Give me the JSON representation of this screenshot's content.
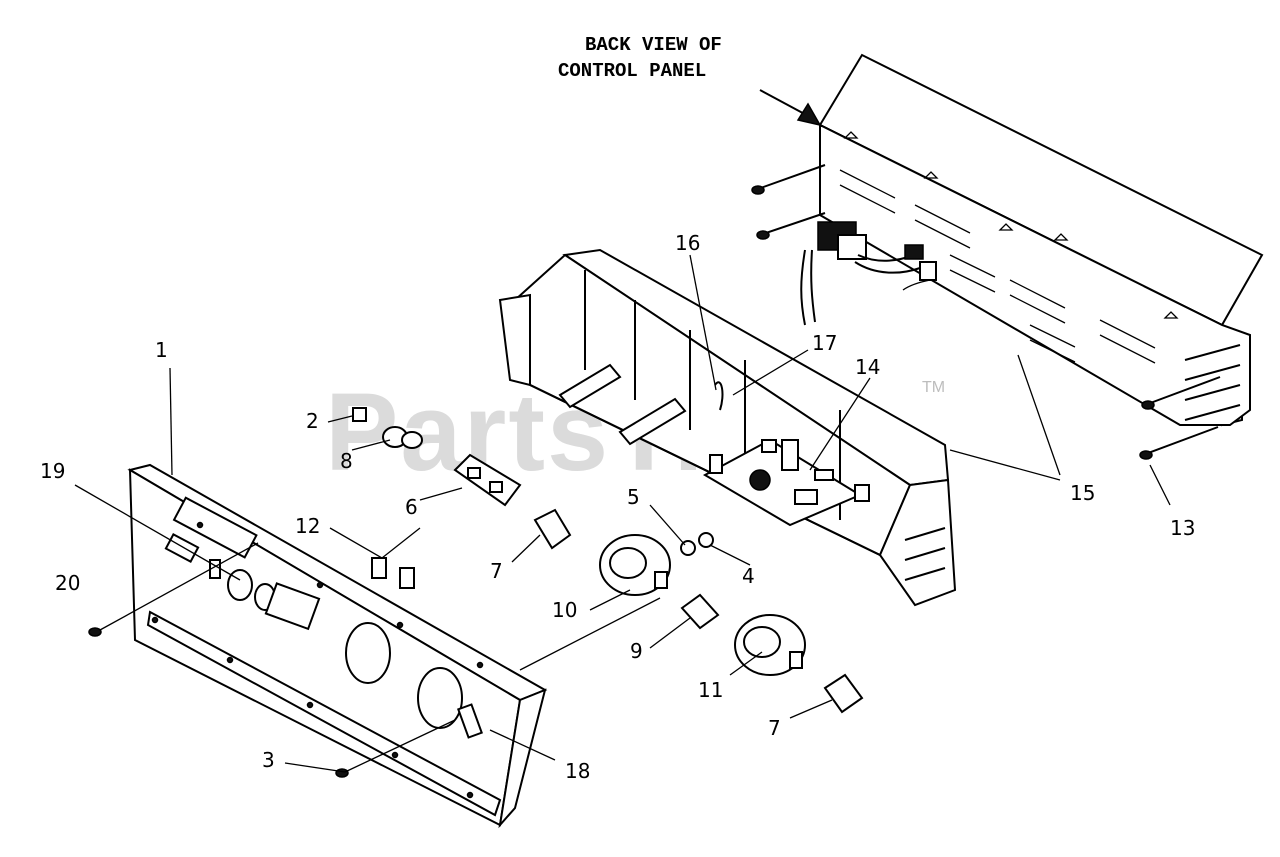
{
  "heading": {
    "line1": "BACK VIEW OF",
    "line2": "CONTROL PANEL"
  },
  "watermark": {
    "text": "PartsTree",
    "tm": "TM"
  },
  "callouts": {
    "c1": "1",
    "c2": "2",
    "c3": "3",
    "c4": "4",
    "c5": "5",
    "c6": "6",
    "c7a": "7",
    "c7b": "7",
    "c8": "8",
    "c9": "9",
    "c10": "10",
    "c11": "11",
    "c12": "12",
    "c13": "13",
    "c14": "14",
    "c15": "15",
    "c16": "16",
    "c17": "17",
    "c18": "18",
    "c19": "19",
    "c20": "20"
  }
}
